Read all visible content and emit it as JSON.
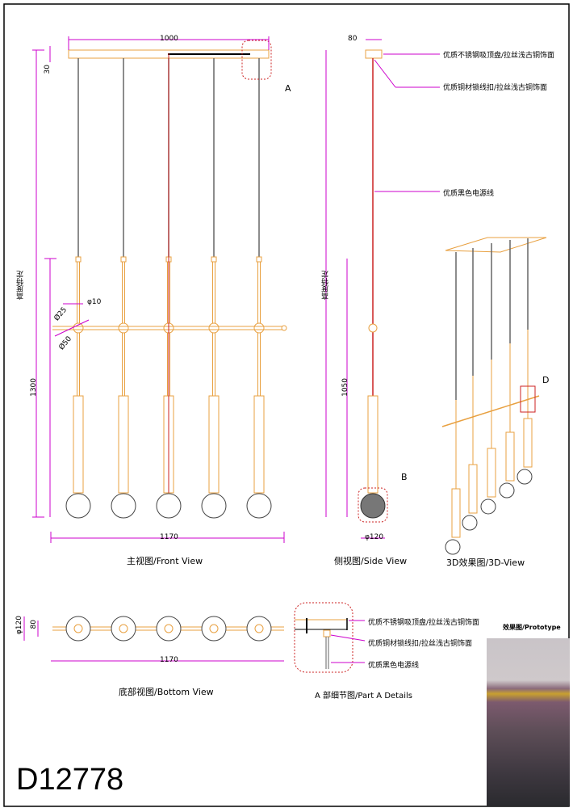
{
  "drawing_code": "D12778",
  "views": {
    "front": "主视图/Front View",
    "side": "侧视图/Side View",
    "three_d": "3D效果图/3D-View",
    "bottom": "底部视图/Bottom View",
    "part_a": "A 部细节图/Part A Details",
    "prototype": "效果图/Prototype"
  },
  "callouts": {
    "canopy": "优质不锈钢吸顶盘/拉丝浅古铜饰面",
    "lock": "优质铜材锁线扣/拉丝浅古铜饰面",
    "cable": "优质黑色电源线"
  },
  "detail_marks": {
    "a": "A",
    "b": "B",
    "d": "D"
  },
  "dimensions": {
    "width_top": "1000",
    "canopy_h": "30",
    "height_adj": "高度特定",
    "body_h": "1300",
    "phi10": "φ10",
    "phi25": "Ø25",
    "phi50": "Ø50",
    "width_total": "1170",
    "side_w": "80",
    "side_h": "1050",
    "globe": "φ120",
    "bottom_w": "1170",
    "bottom_d1": "φ120",
    "bottom_d2": "80"
  },
  "colors": {
    "brass": "#e8a040",
    "dim": "#cc00cc",
    "redline": "#cc2222",
    "wire": "#666666"
  }
}
